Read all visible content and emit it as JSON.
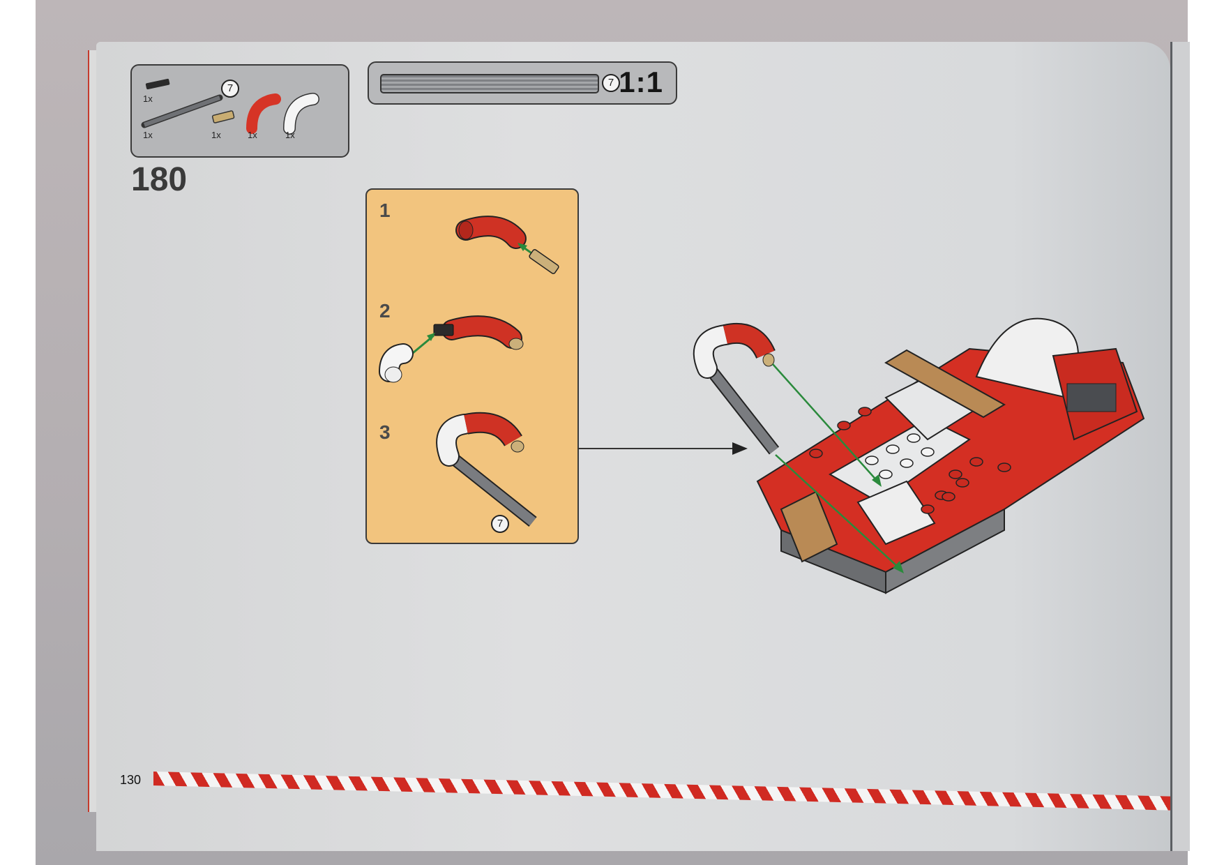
{
  "document": {
    "type": "building-instructions",
    "step_number": "180",
    "page_number": "130",
    "scale_indicator": {
      "label": "1:1",
      "axle_length_badge": "7"
    },
    "parts_list": [
      {
        "name": "axle-connector-black",
        "quantity": "1x"
      },
      {
        "name": "axle-7-dark-gray",
        "quantity": "1x",
        "length_badge": "7"
      },
      {
        "name": "axle-pin-tan",
        "quantity": "1x"
      },
      {
        "name": "curved-tube-red",
        "quantity": "1x"
      },
      {
        "name": "curved-tube-white",
        "quantity": "1x"
      }
    ],
    "sub_steps": [
      {
        "number": "1",
        "description": "Insert tan axle pin into red curved tube"
      },
      {
        "number": "2",
        "description": "Attach white curved tube to red tube via black connector"
      },
      {
        "number": "3",
        "description": "Insert length 7 axle into white tube end",
        "length_badge": "7"
      }
    ],
    "colors": {
      "callout_bg": "#f2c47e",
      "page_bg": "#dedfe0",
      "parts_box_bg": "#b5b6b8",
      "brick_red": "#d42f23",
      "arrow_green": "#2a8a3c",
      "stripe_red": "#d02a22",
      "stripe_white": "#f4f4f4"
    }
  }
}
